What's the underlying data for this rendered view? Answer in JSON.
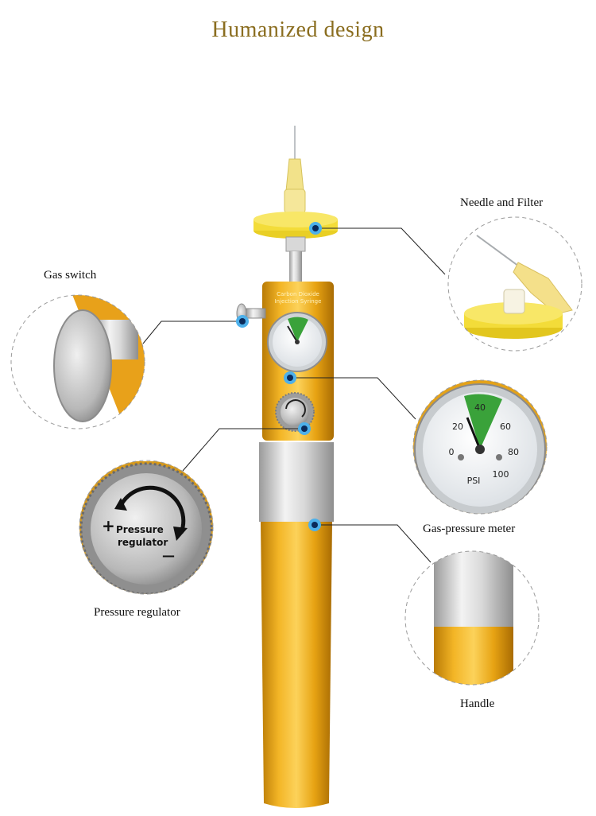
{
  "title": "Humanized design",
  "labels": {
    "needle_filter": "Needle and Filter",
    "gas_switch": "Gas switch",
    "gas_pressure_meter": "Gas-pressure meter",
    "pressure_regulator": "Pressure regulator",
    "handle": "Handle"
  },
  "gauge": {
    "unit": "PSI",
    "ticks": [
      "0",
      "20",
      "40",
      "60",
      "80",
      "100"
    ]
  },
  "regulator_text": {
    "line1": "Pressure",
    "line2": "regulator",
    "plus": "+",
    "minus": "—"
  },
  "colors": {
    "title": "#8a6d1f",
    "body_gold": "#e2a10e",
    "filter_yellow": "#f3dc39",
    "marker_blue": "#4db0ea",
    "gauge_green": "#3aa23a"
  }
}
